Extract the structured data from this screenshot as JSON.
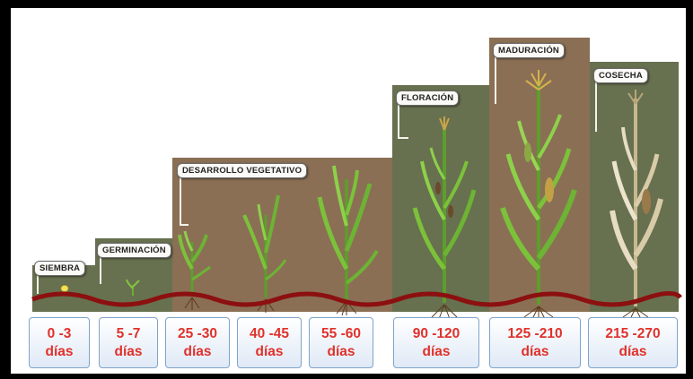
{
  "stages": [
    {
      "label": "SIEMBRA",
      "days": "0 -3",
      "unit": "días"
    },
    {
      "label": "GERMINACIÓN",
      "days": "5 -7",
      "unit": "días"
    },
    {
      "label": "DESARROLLO VEGETATIVO",
      "days_a": "25 -30",
      "days_b": "40 -45",
      "days_c": "55 -60",
      "unit": "días"
    },
    {
      "label": "FLORACIÓN",
      "days": "90 -120",
      "unit": "días"
    },
    {
      "label": "MADURACIÓN",
      "days": "125 -210",
      "unit": "días"
    },
    {
      "label": "COSECHA",
      "days": "215 -270",
      "unit": "días"
    }
  ],
  "colors": {
    "panel_brown": "#8a6f55",
    "panel_olive": "#67704f",
    "soil_line": "#8c1010",
    "days_text": "#e0312b",
    "box_border": "#7fa3cc"
  },
  "icons": [
    "seed-icon",
    "sprout-icon",
    "corn-plant-icon",
    "flowering-corn-icon",
    "mature-corn-icon",
    "dry-corn-icon"
  ]
}
